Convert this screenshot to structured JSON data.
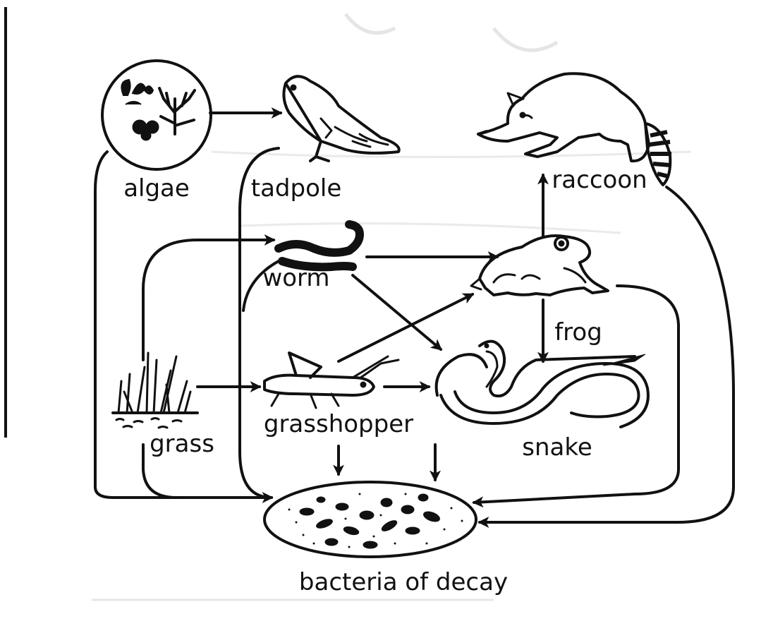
{
  "diagram": {
    "nodes": {
      "algae": "algae",
      "tadpole": "tadpole",
      "raccoon": "raccoon",
      "worm": "worm",
      "frog": "frog",
      "grass": "grass",
      "grasshopper": "grasshopper",
      "snake": "snake",
      "bacteria": "bacteria of decay"
    },
    "edges": [
      {
        "from": "algae",
        "to": "tadpole"
      },
      {
        "from": "grass",
        "to": "worm"
      },
      {
        "from": "grass",
        "to": "grasshopper"
      },
      {
        "from": "worm",
        "to": "frog"
      },
      {
        "from": "worm",
        "to": "snake"
      },
      {
        "from": "grasshopper",
        "to": "frog"
      },
      {
        "from": "grasshopper",
        "to": "snake"
      },
      {
        "from": "frog",
        "to": "raccoon"
      },
      {
        "from": "frog",
        "to": "snake"
      },
      {
        "from": "algae",
        "to": "bacteria of decay"
      },
      {
        "from": "tadpole",
        "to": "bacteria of decay"
      },
      {
        "from": "grass",
        "to": "bacteria of decay"
      },
      {
        "from": "worm",
        "to": "bacteria of decay"
      },
      {
        "from": "grasshopper",
        "to": "bacteria of decay"
      },
      {
        "from": "snake",
        "to": "bacteria of decay"
      },
      {
        "from": "frog",
        "to": "bacteria of decay"
      },
      {
        "from": "raccoon",
        "to": "bacteria of decay"
      }
    ]
  },
  "colors": {
    "ink": "#111111",
    "paper": "#ffffff",
    "bleed_through": "#c9c9c9"
  }
}
